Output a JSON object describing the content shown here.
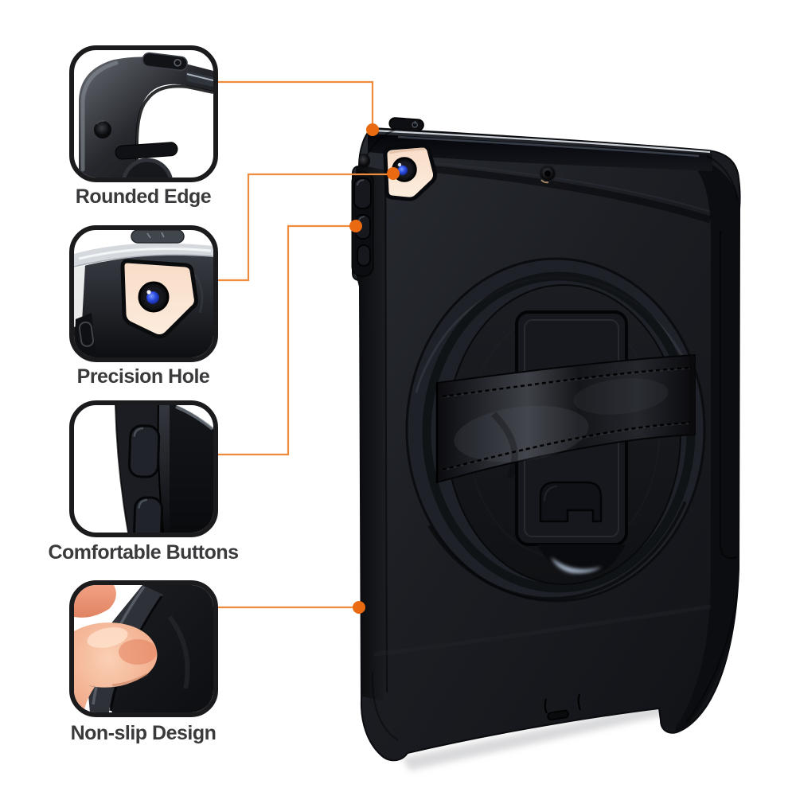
{
  "callouts": [
    {
      "id": "rounded-edge",
      "label": "Rounded Edge"
    },
    {
      "id": "precision-hole",
      "label": "Precision Hole"
    },
    {
      "id": "comfortable-buttons",
      "label": "Comfortable Buttons"
    },
    {
      "id": "non-slip-design",
      "label": "Non-slip Design"
    }
  ],
  "colors": {
    "background": "#ffffff",
    "connector_line": "#EF8B3D",
    "connector_dot": "#E96A10",
    "card_border": "#1b1b1d",
    "caption_text": "#3a3a3c",
    "case_black": "#1b1d22",
    "tablet_back_gold": "#f7dbc6",
    "camera_lens_blue": "#2b4be0",
    "strap_leather": "#141519",
    "skin_tone": "#f0ae8e"
  }
}
